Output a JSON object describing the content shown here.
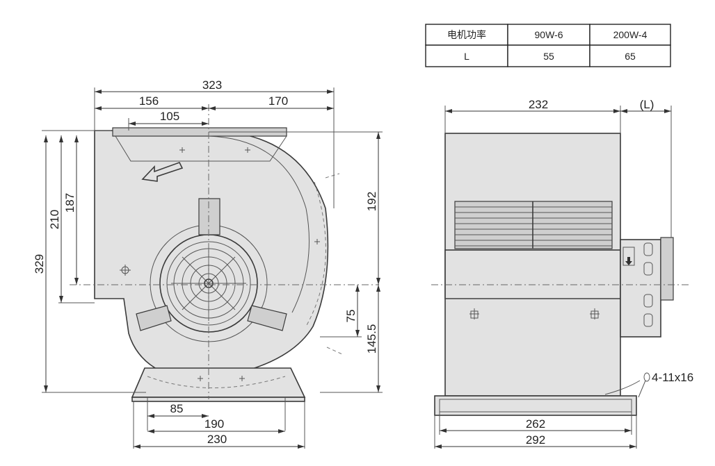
{
  "spec_table": {
    "header": [
      "电机功率",
      "90W-6",
      "200W-4"
    ],
    "row": [
      "L",
      "55",
      "65"
    ]
  },
  "front_view": {
    "dim_total_width": "323",
    "dim_left_width": "156",
    "dim_right_width": "170",
    "dim_outlet_width": "105",
    "dim_total_height": "329",
    "dim_outlet_height": "210",
    "dim_outlet_inner": "187",
    "dim_right_height": "192",
    "dim_axis_offset": "75",
    "dim_axis_height": "145.5",
    "dim_base_hole": "85",
    "dim_base_inner": "190",
    "dim_base_outer": "230"
  },
  "side_view": {
    "dim_body_width": "232",
    "dim_motor_length": "(L)",
    "dim_base_inner": "262",
    "dim_base_outer": "292",
    "hole_note": "4-11x16"
  }
}
